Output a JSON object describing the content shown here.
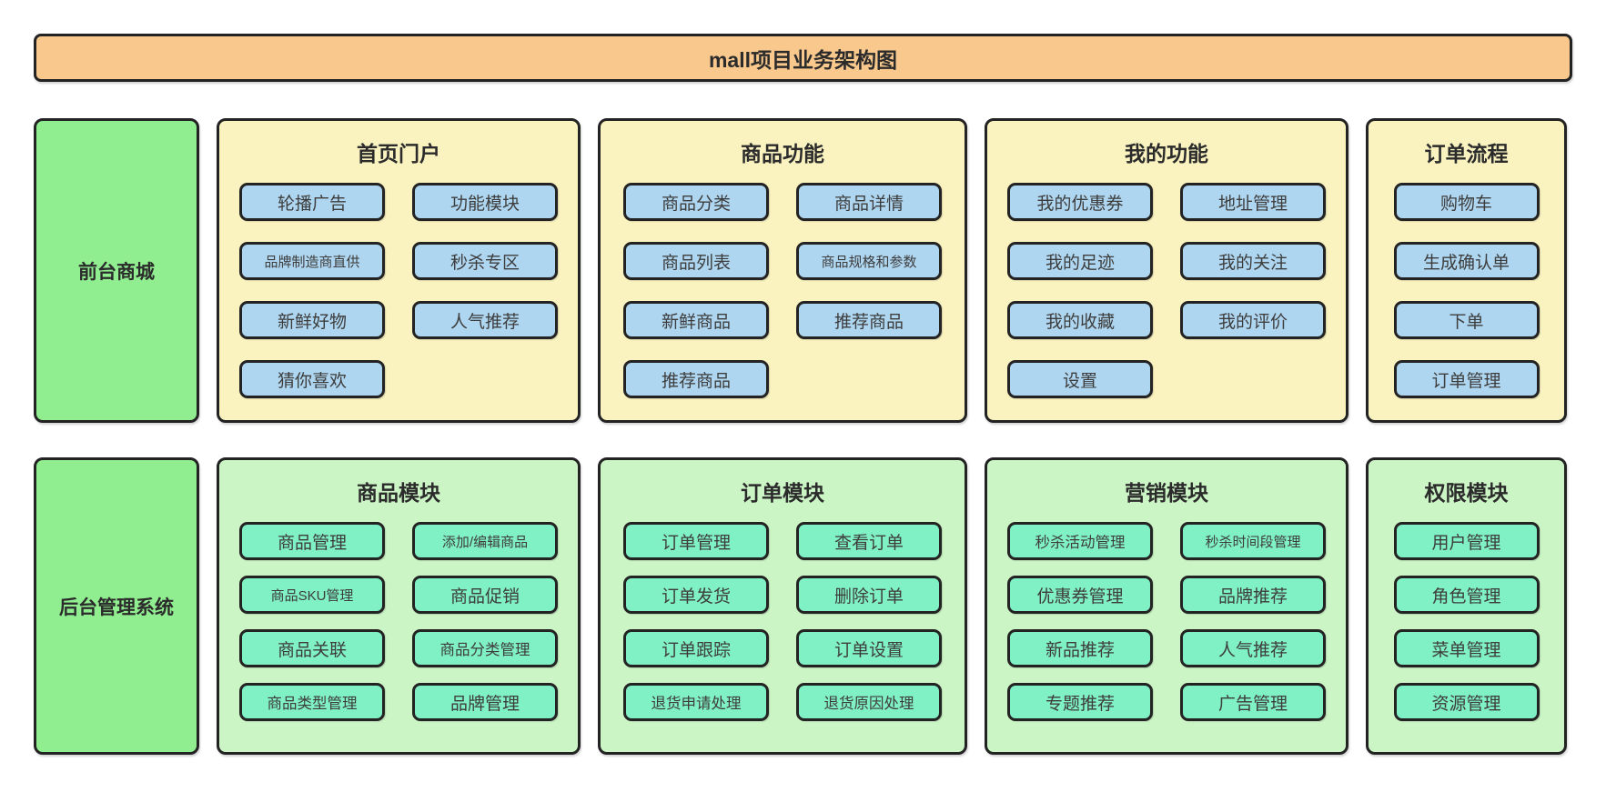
{
  "title": "mall项目业务架构图",
  "colors": {
    "title_bg": "#F8C88C",
    "label_bg": "#90EE90",
    "border": "#232323",
    "front_section_bg": "#FAF3C0",
    "front_node_bg": "#AFD6F0",
    "back_section_bg": "#CCF5C6",
    "back_node_bg": "#80F0C5"
  },
  "rows": [
    {
      "label": "前台商城",
      "theme": "front",
      "sections": [
        {
          "title": "首页门户",
          "columns": [
            [
              "轮播广告",
              "品牌制造商直供",
              "新鲜好物",
              "猜你喜欢"
            ],
            [
              "功能模块",
              "秒杀专区",
              "人气推荐"
            ]
          ]
        },
        {
          "title": "商品功能",
          "columns": [
            [
              "商品分类",
              "商品列表",
              "新鲜商品",
              "推荐商品"
            ],
            [
              "商品详情",
              "商品规格和参数",
              "推荐商品"
            ]
          ]
        },
        {
          "title": "我的功能",
          "columns": [
            [
              "我的优惠券",
              "我的足迹",
              "我的收藏",
              "设置"
            ],
            [
              "地址管理",
              "我的关注",
              "我的评价"
            ]
          ]
        },
        {
          "title": "订单流程",
          "columns": [
            [
              "购物车",
              "生成确认单",
              "下单",
              "订单管理"
            ]
          ]
        }
      ]
    },
    {
      "label": "后台管理系统",
      "theme": "back",
      "sections": [
        {
          "title": "商品模块",
          "columns": [
            [
              "商品管理",
              "商品SKU管理",
              "商品关联",
              "商品类型管理"
            ],
            [
              "添加/编辑商品",
              "商品促销",
              "商品分类管理",
              "品牌管理"
            ]
          ]
        },
        {
          "title": "订单模块",
          "columns": [
            [
              "订单管理",
              "订单发货",
              "订单跟踪",
              "退货申请处理"
            ],
            [
              "查看订单",
              "删除订单",
              "订单设置",
              "退货原因处理"
            ]
          ]
        },
        {
          "title": "营销模块",
          "columns": [
            [
              "秒杀活动管理",
              "优惠券管理",
              "新品推荐",
              "专题推荐"
            ],
            [
              "秒杀时间段管理",
              "品牌推荐",
              "人气推荐",
              "广告管理"
            ]
          ]
        },
        {
          "title": "权限模块",
          "columns": [
            [
              "用户管理",
              "角色管理",
              "菜单管理",
              "资源管理"
            ]
          ]
        }
      ]
    }
  ]
}
